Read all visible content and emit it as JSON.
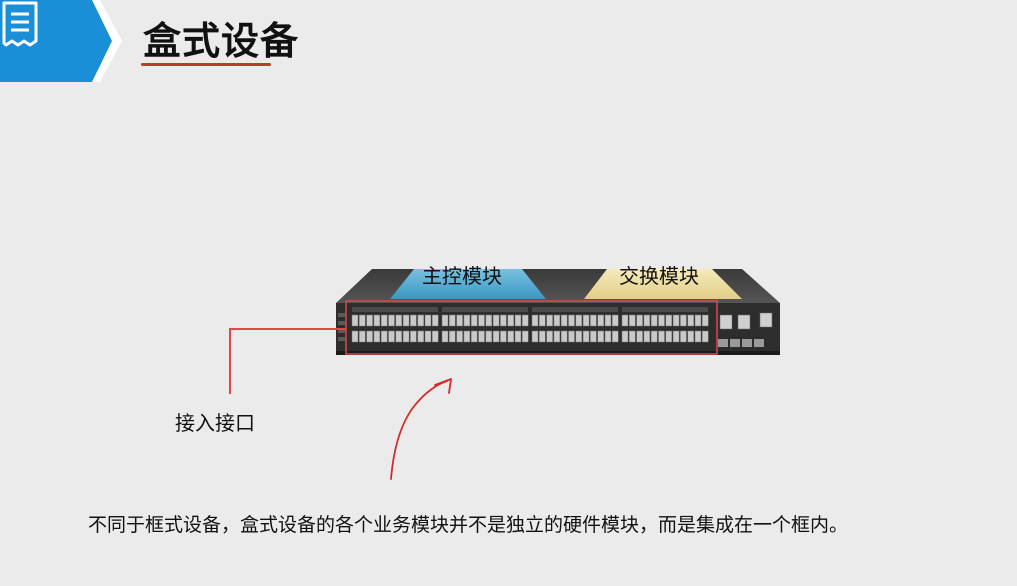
{
  "slide": {
    "title": "盒式设备",
    "modules": {
      "main_control": "主控模块",
      "switching": "交换模块"
    },
    "access_interface": "接入接口",
    "caption": "不同于框式设备，盒式设备的各个业务模块并不是独立的硬件模块，而是集成在一个框内。"
  },
  "colors": {
    "badge_blue": "#1a8fd8",
    "title_underline": "#c0392b",
    "callout_red": "#e04848",
    "main_module_glow": "#4fb8e6",
    "switch_module_glow": "#f3e3a0"
  },
  "icons": {
    "badge": "document-list-icon"
  }
}
